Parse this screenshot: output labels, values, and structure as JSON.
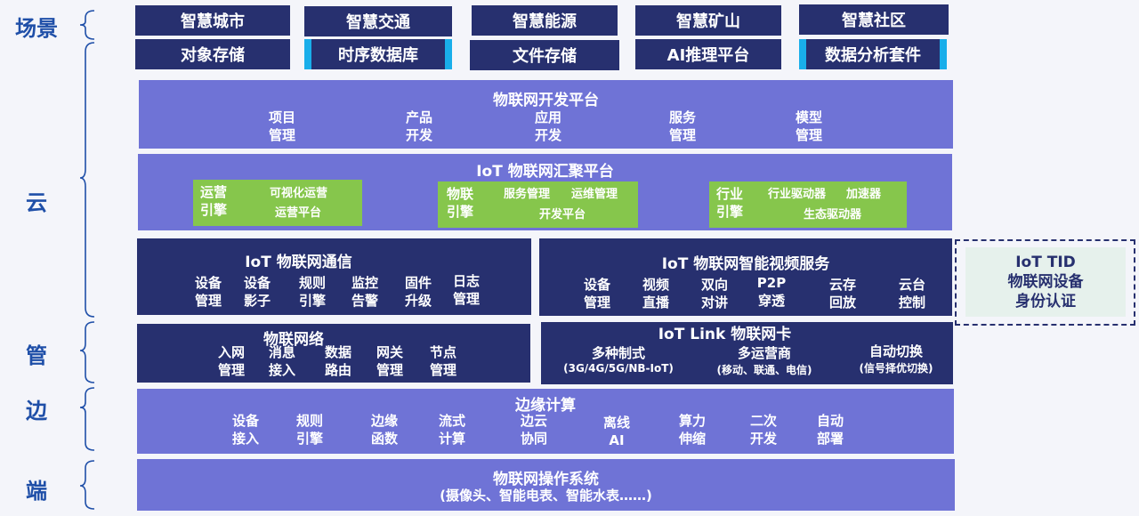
{
  "layers": {
    "scene": "场景",
    "cloud": "云",
    "pipe": "管",
    "edge": "边",
    "device": "端"
  },
  "scenes": [
    "智慧城市",
    "智慧交通",
    "智慧能源",
    "智慧矿山",
    "智慧社区"
  ],
  "capabilities": [
    "对象存储",
    "时序数据库",
    "文件存储",
    "AI推理平台",
    "数据分析套件"
  ],
  "dev_platform": {
    "title": "物联网开发平台",
    "items": [
      "项目管理",
      "产品开发",
      "应用开发",
      "服务管理",
      "模型管理"
    ]
  },
  "aggregation": {
    "title": "IoT 物联网汇聚平台",
    "engines": [
      {
        "head": "运营引擎",
        "a": "可视化运营",
        "b": "运营平台"
      },
      {
        "head": "物联引擎",
        "a": "服务管理",
        "a2": "运维管理",
        "b": "开发平台"
      },
      {
        "head": "行业引擎",
        "a": "行业驱动器",
        "a2": "加速器",
        "b": "生态驱动器"
      }
    ]
  },
  "comm": {
    "title": "IoT 物联网通信",
    "items": [
      "设备管理",
      "设备影子",
      "规则引擎",
      "监控告警",
      "固件升级",
      "日志管理"
    ]
  },
  "video": {
    "title": "IoT 物联网智能视频服务",
    "items": [
      "设备管理",
      "视频直播",
      "双向对讲",
      "P2P穿透",
      "云存回放",
      "云台控制"
    ]
  },
  "tid": {
    "line1": "IoT TID",
    "line2": "物联网设备",
    "line3": "身份认证"
  },
  "network": {
    "title": "物联网络",
    "items": [
      "入网管理",
      "消息接入",
      "数据路由",
      "网关管理",
      "节点管理"
    ]
  },
  "link": {
    "title": "IoT Link 物联网卡",
    "items": [
      {
        "main": "多种制式",
        "sub": "(3G/4G/5G/NB-IoT)"
      },
      {
        "main": "多运营商",
        "sub": "(移动、联通、电信)"
      },
      {
        "main": "自动切换",
        "sub": "(信号择优切换)"
      }
    ]
  },
  "edge": {
    "title": "边缘计算",
    "items": [
      "设备接入",
      "规则引擎",
      "边缘函数",
      "流式计算",
      "边云协同",
      "离线AI",
      "算力伸缩",
      "二次开发",
      "自动部署"
    ]
  },
  "os": {
    "title": "物联网操作系统",
    "sub": "(摄像头、智能电表、智能水表……)"
  }
}
